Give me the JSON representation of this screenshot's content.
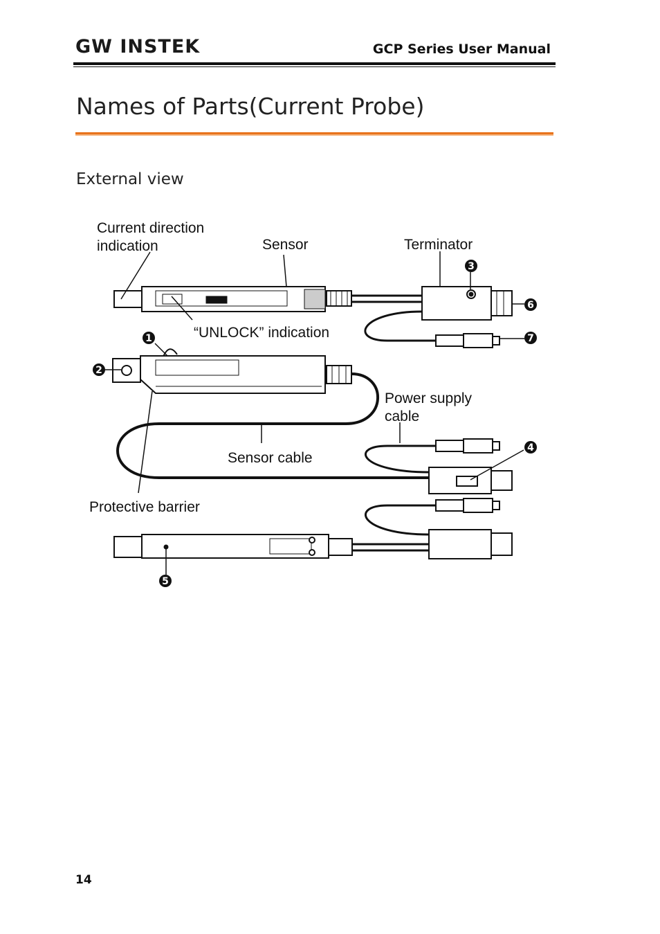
{
  "header": {
    "brand": "GW INSTEK",
    "manual_title": "GCP Series User Manual"
  },
  "page_title": "Names of Parts(Current Probe)",
  "section_heading": "External view",
  "diagram": {
    "labels": {
      "current_direction_line1": "Current direction",
      "current_direction_line2": "indication",
      "sensor": "Sensor",
      "terminator": "Terminator",
      "unlock": "“UNLOCK”  indication",
      "power_supply_line1": "Power supply",
      "power_supply_line2": "cable",
      "sensor_cable": "Sensor cable",
      "protective_barrier": "Protective barrier"
    },
    "callouts": [
      "1",
      "2",
      "3",
      "4",
      "5",
      "6",
      "7"
    ]
  },
  "footer": {
    "page_number": "14"
  }
}
